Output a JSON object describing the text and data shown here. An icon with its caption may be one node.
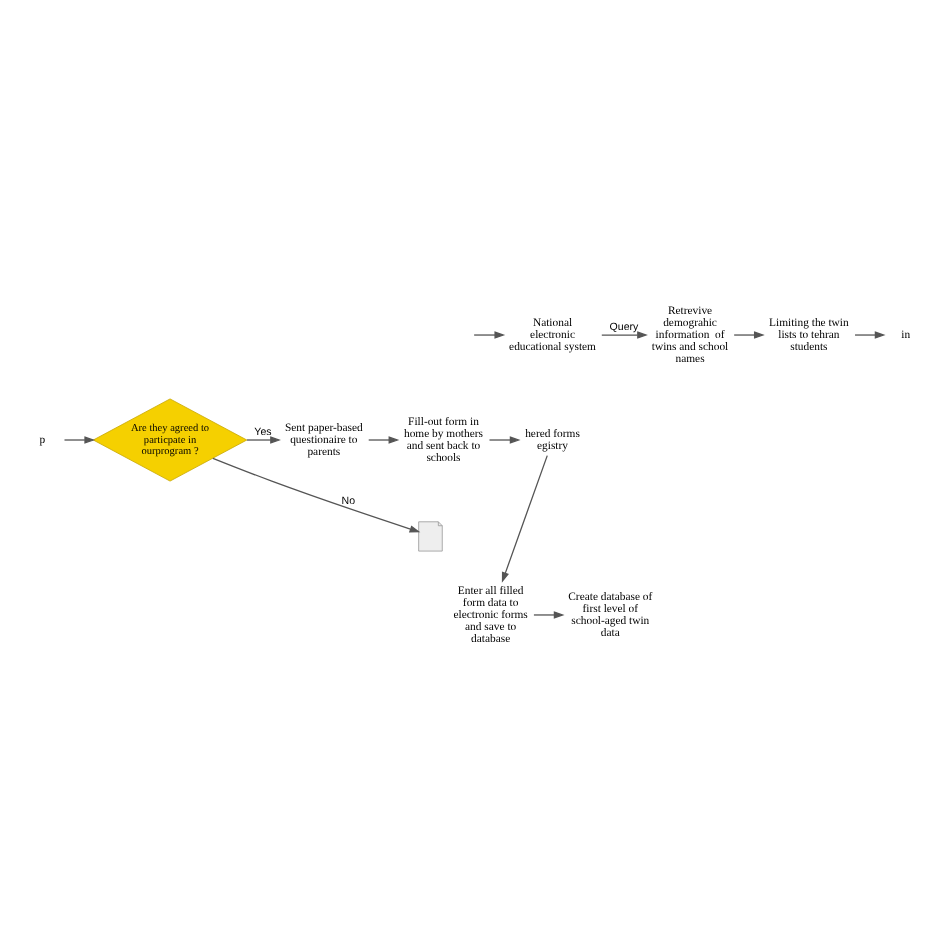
{
  "diagram": {
    "nodes": [
      {
        "text": [
          "National electronic educational system"
        ]
      },
      {
        "text": [
          "Retrevive demograhic information  of twins and school names"
        ]
      },
      {
        "text": [
          "Limiting the twin lists to tehran students"
        ]
      },
      {
        "text": [
          "in"
        ]
      },
      {
        "text": [
          "hered forms egistry"
        ]
      },
      {
        "text": [
          "Fill-out form in home by mothers and sent back to schools"
        ]
      },
      {
        "text": [
          "Sent paper-based questionaire to parents"
        ]
      },
      {
        "text": [
          "Are they agreed to particpate in ourprogram ?"
        ]
      },
      {
        "text": [
          "p"
        ]
      },
      {
        "text": [],
        "shape": "box"
      },
      {
        "text": [
          "Enter all filled form data to electronic forms and save to database"
        ]
      },
      {
        "text": [
          "Create database of first level of school-aged twin data"
        ]
      }
    ],
    "edges": [
      {
        "from": null,
        "to": 0,
        "arrow": "to"
      },
      {
        "from": 0,
        "to": 1,
        "arrow": "to",
        "label": "Query"
      },
      {
        "from": 1,
        "to": 2,
        "arrow": "to"
      },
      {
        "from": 2,
        "to": 3,
        "arrow": "to"
      },
      {
        "from": 8,
        "to": 7,
        "arrow": "to"
      },
      {
        "from": 7,
        "to": 6,
        "arrow": "to",
        "label": "Yes"
      },
      {
        "from": 7,
        "to": 9,
        "arrow": "to",
        "label": "No"
      },
      {
        "from": 6,
        "to": 5,
        "arrow": "to"
      },
      {
        "from": 5,
        "to": 4,
        "arrow": "to"
      },
      {
        "from": 4,
        "to": 10,
        "arrow": "to"
      },
      {
        "from": 10,
        "to": 11,
        "arrow": "to"
      }
    ]
  }
}
